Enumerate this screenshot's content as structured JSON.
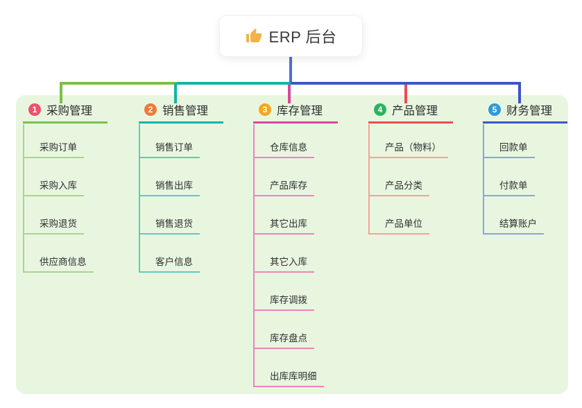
{
  "root": {
    "label": "ERP 后台",
    "icon": "thumbs-up-icon"
  },
  "canvas": {
    "panel_bg": "#e8f6e0",
    "root_line_color": "#5a68d8"
  },
  "branches": [
    {
      "index": "1",
      "label": "采购管理",
      "badge_color": "#f0506a",
      "line_color": "#7dbf49",
      "child_line_color": "#abd38b",
      "children": [
        "采购订单",
        "采购入库",
        "采购退货",
        "供应商信息"
      ]
    },
    {
      "index": "2",
      "label": "销售管理",
      "badge_color": "#ef7a3b",
      "line_color": "#10b3a9",
      "child_line_color": "#5ec9c1",
      "children": [
        "销售订单",
        "销售出库",
        "销售退货",
        "客户信息"
      ]
    },
    {
      "index": "3",
      "label": "库存管理",
      "badge_color": "#f6a61f",
      "line_color": "#d8479c",
      "child_line_color": "#ef83bc",
      "children": [
        "仓库信息",
        "产品库存",
        "其它出库",
        "其它入库",
        "库存调拨",
        "库存盘点",
        "出库库明细"
      ]
    },
    {
      "index": "4",
      "label": "产品管理",
      "badge_color": "#2cb35f",
      "line_color": "#ee4c4c",
      "child_line_color": "#ff9d9c",
      "children": [
        "产品（物料）",
        "产品分类",
        "产品单位"
      ]
    },
    {
      "index": "5",
      "label": "财务管理",
      "badge_color": "#2d9bd9",
      "line_color": "#3a56c8",
      "child_line_color": "#8ba3dd",
      "children": [
        "回款单",
        "付款单",
        "结算账户"
      ]
    }
  ]
}
